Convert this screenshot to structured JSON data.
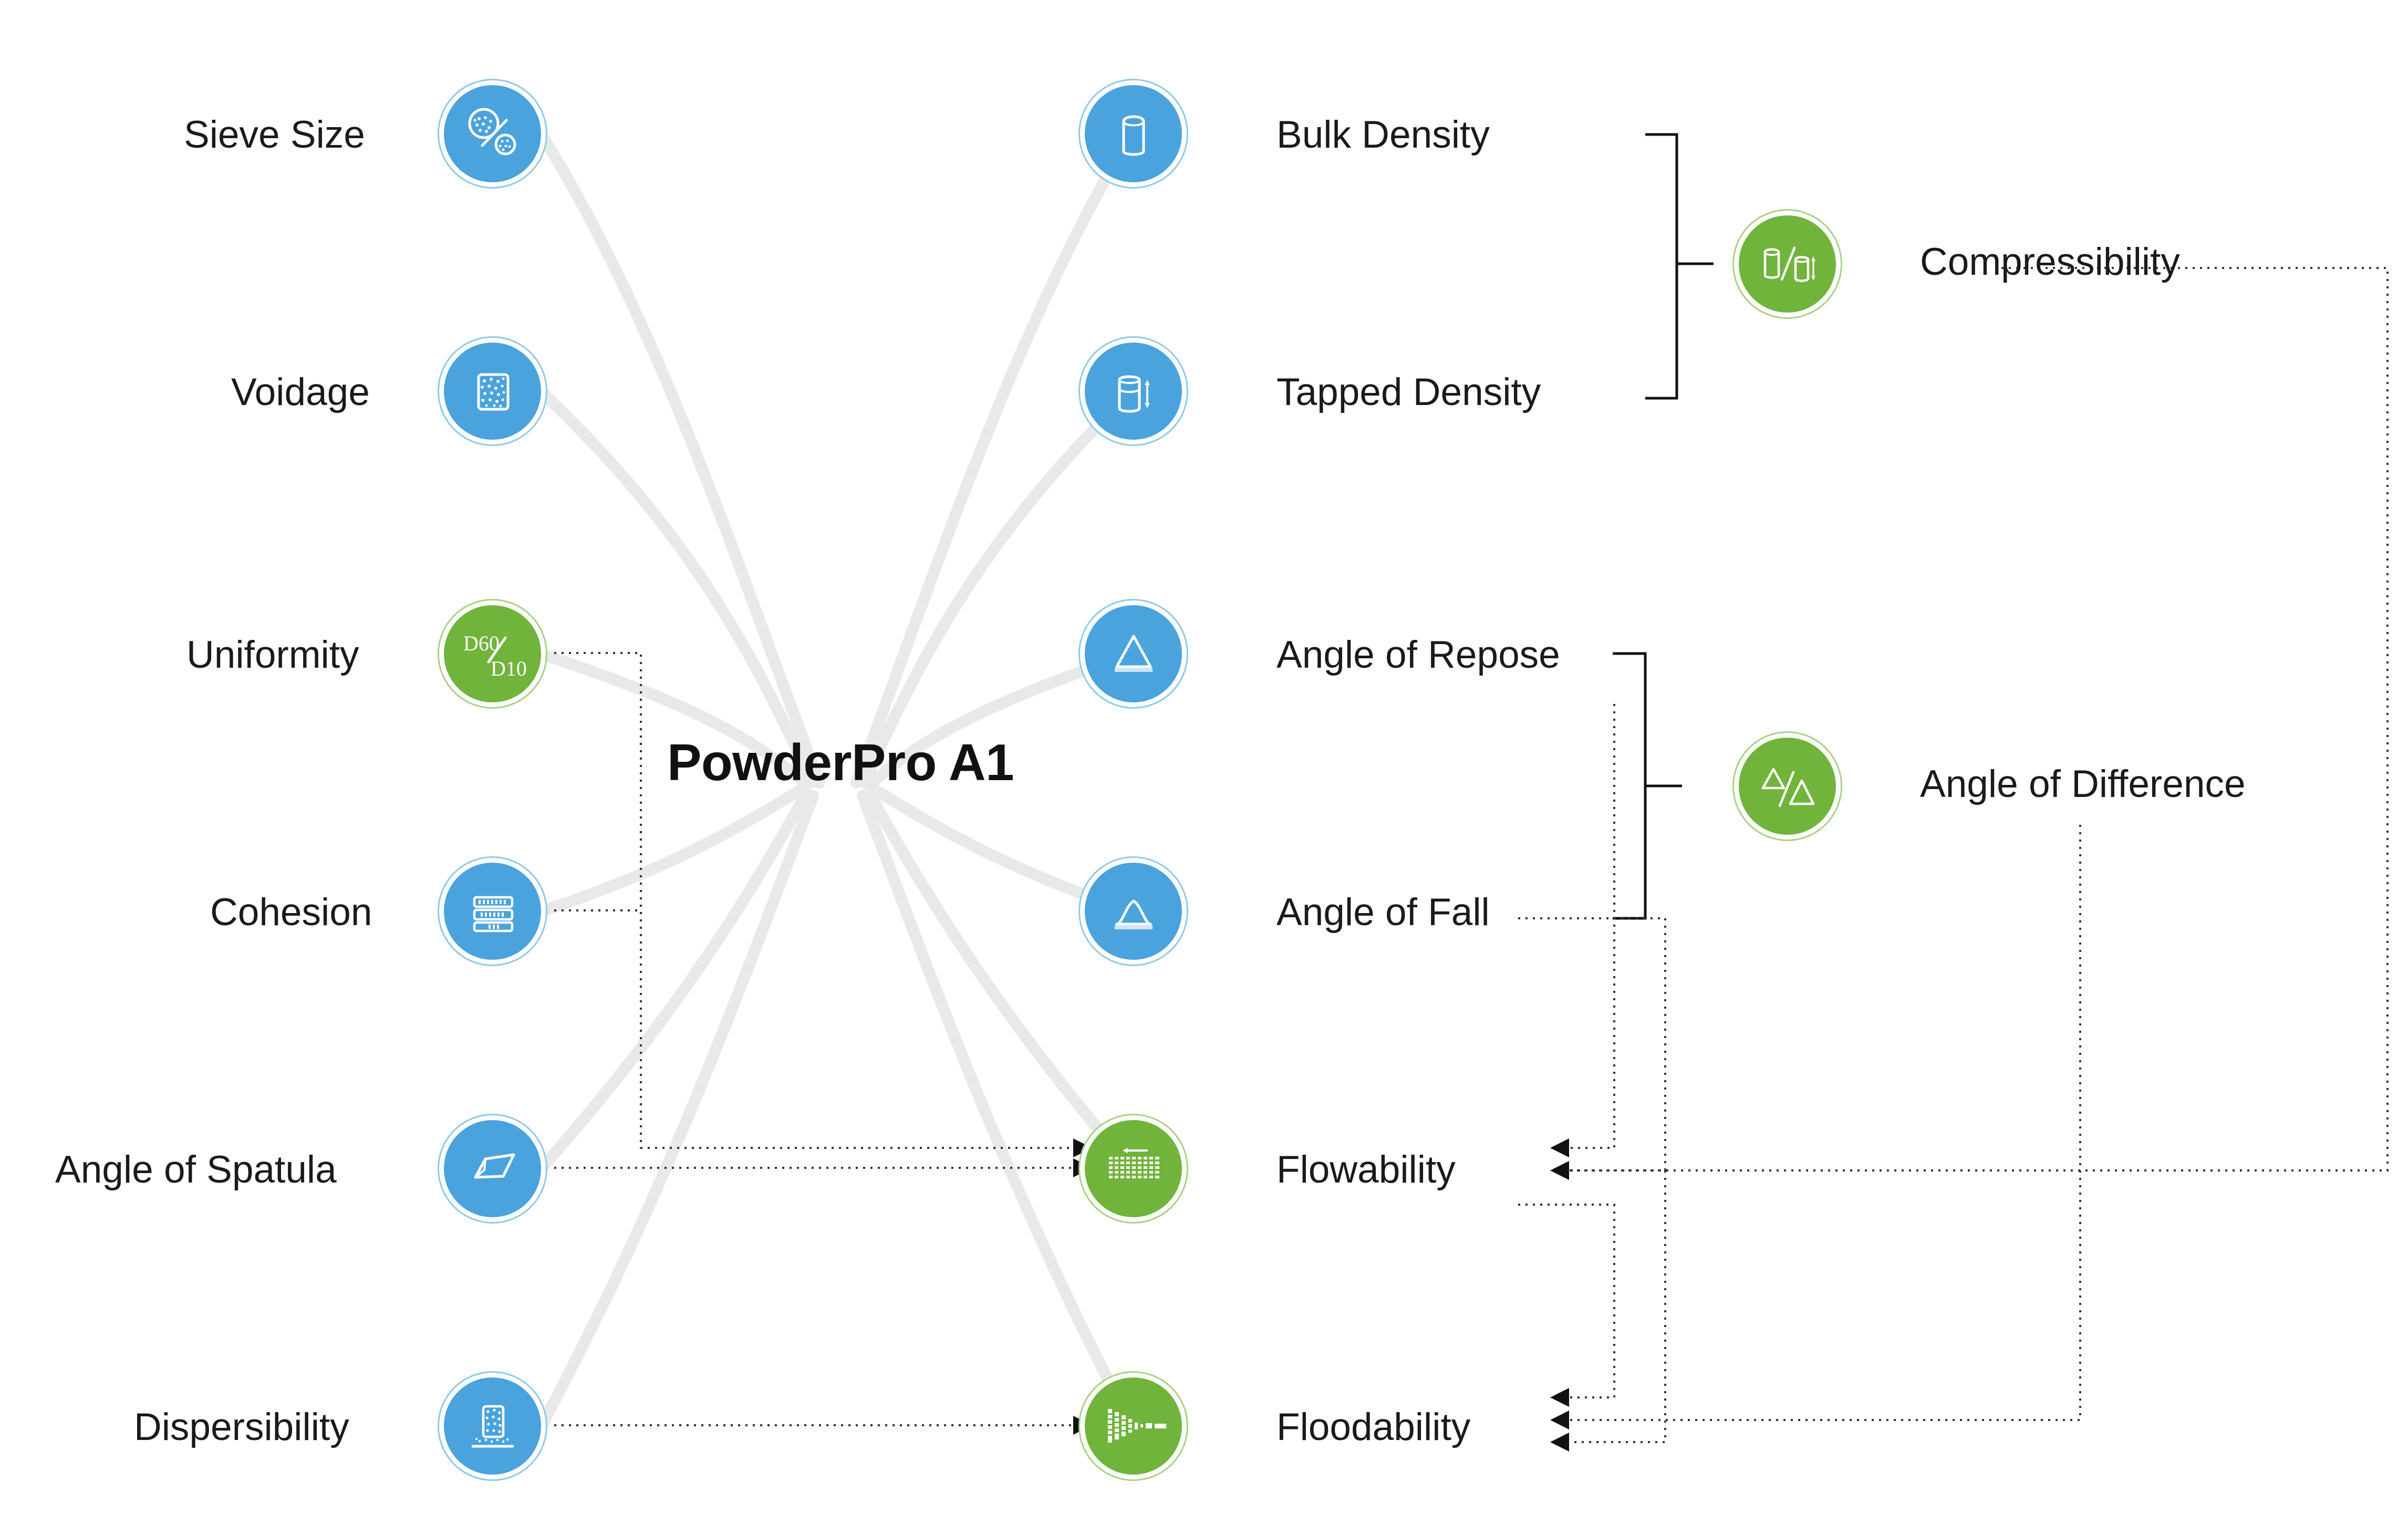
{
  "diagram": {
    "title": "PowderPro A1",
    "colors": {
      "blue": "#4aa3dc",
      "blue_ring": "#8fc9ec",
      "green": "#70b43c",
      "green_ring": "#a8d285",
      "curve": "#e8e8e8",
      "connector": "#222222",
      "text": "#1a1a1a",
      "background": "#ffffff"
    }
  },
  "left_column": [
    {
      "id": "sieve-size",
      "label": "Sieve Size",
      "color": "blue",
      "icon": "sieve-particles-icon"
    },
    {
      "id": "voidage",
      "label": "Voidage",
      "color": "blue",
      "icon": "voidage-container-icon"
    },
    {
      "id": "uniformity",
      "label": "Uniformity",
      "color": "green",
      "icon": "d60-over-d10-icon",
      "icon_text_top": "D60",
      "icon_text_bottom": "D10"
    },
    {
      "id": "cohesion",
      "label": "Cohesion",
      "color": "blue",
      "icon": "stacked-sieves-icon"
    },
    {
      "id": "angle-of-spatula",
      "label": "Angle of Spatula",
      "color": "blue",
      "icon": "spatula-blade-icon"
    },
    {
      "id": "dispersibility",
      "label": "Dispersibility",
      "color": "blue",
      "icon": "dispersing-powder-icon"
    }
  ],
  "center_column": [
    {
      "id": "bulk-density",
      "label": "Bulk Density",
      "color": "blue",
      "icon": "heaped-cylinder-icon"
    },
    {
      "id": "tapped-density",
      "label": "Tapped Density",
      "color": "blue",
      "icon": "tapped-cylinder-icon"
    },
    {
      "id": "angle-of-repose",
      "label": "Angle of Repose",
      "color": "blue",
      "icon": "cone-heap-icon"
    },
    {
      "id": "angle-of-fall",
      "label": "Angle of Fall",
      "color": "blue",
      "icon": "collapsed-heap-icon"
    },
    {
      "id": "flowability",
      "label": "Flowability",
      "color": "green",
      "icon": "flow-grid-arrow-icon"
    },
    {
      "id": "floodability",
      "label": "Floodability",
      "color": "green",
      "icon": "flooding-spray-icon"
    }
  ],
  "right_column": [
    {
      "id": "compressibility",
      "label": "Compressibility",
      "color": "green",
      "icon": "two-cylinders-ratio-icon"
    },
    {
      "id": "angle-of-difference",
      "label": "Angle of Difference",
      "color": "green",
      "icon": "two-triangles-ratio-icon"
    }
  ],
  "derivations": [
    {
      "result": "Compressibility",
      "from": [
        "Bulk Density",
        "Tapped Density"
      ]
    },
    {
      "result": "Angle of Difference",
      "from": [
        "Angle of Repose",
        "Angle of Fall"
      ]
    }
  ],
  "flow_inputs": {
    "flowability": [
      "Uniformity",
      "Cohesion",
      "Angle of Spatula",
      "Angle of Repose",
      "Compressibility"
    ],
    "floodability": [
      "Angle of Fall",
      "Angle of Difference",
      "Dispersibility",
      "Flowability"
    ]
  }
}
